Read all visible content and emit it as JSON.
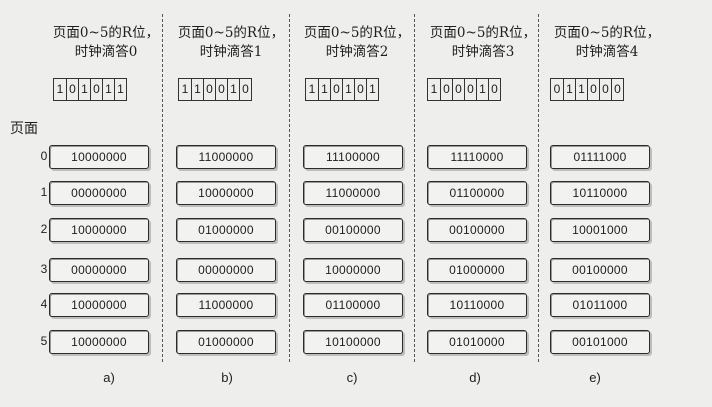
{
  "row_header": "页面",
  "pages": [
    "0",
    "1",
    "2",
    "3",
    "4",
    "5"
  ],
  "columns": [
    {
      "title_line1": "页面0~5的R位，",
      "title_line2": "时钟滴答0",
      "r_bits": [
        "1",
        "0",
        "1",
        "0",
        "1",
        "1"
      ],
      "counters": [
        "10000000",
        "00000000",
        "10000000",
        "00000000",
        "10000000",
        "10000000"
      ],
      "caption": "a)"
    },
    {
      "title_line1": "页面0~5的R位，",
      "title_line2": "时钟滴答1",
      "r_bits": [
        "1",
        "1",
        "0",
        "0",
        "1",
        "0"
      ],
      "counters": [
        "11000000",
        "10000000",
        "01000000",
        "00000000",
        "11000000",
        "01000000"
      ],
      "caption": "b)"
    },
    {
      "title_line1": "页面0~5的R位，",
      "title_line2": "时钟滴答2",
      "r_bits": [
        "1",
        "1",
        "0",
        "1",
        "0",
        "1"
      ],
      "counters": [
        "11100000",
        "11000000",
        "00100000",
        "10000000",
        "01100000",
        "10100000"
      ],
      "caption": "c)"
    },
    {
      "title_line1": "页面0~5的R位，",
      "title_line2": "时钟滴答3",
      "r_bits": [
        "1",
        "0",
        "0",
        "0",
        "1",
        "0"
      ],
      "counters": [
        "11110000",
        "01100000",
        "00100000",
        "01000000",
        "10110000",
        "01010000"
      ],
      "caption": "d)"
    },
    {
      "title_line1": "页面0~5的R位，",
      "title_line2": "时钟滴答4",
      "r_bits": [
        "0",
        "1",
        "1",
        "0",
        "0",
        "0"
      ],
      "counters": [
        "01111000",
        "10110000",
        "10001000",
        "00100000",
        "01011000",
        "00101000"
      ],
      "caption": "e)"
    }
  ]
}
